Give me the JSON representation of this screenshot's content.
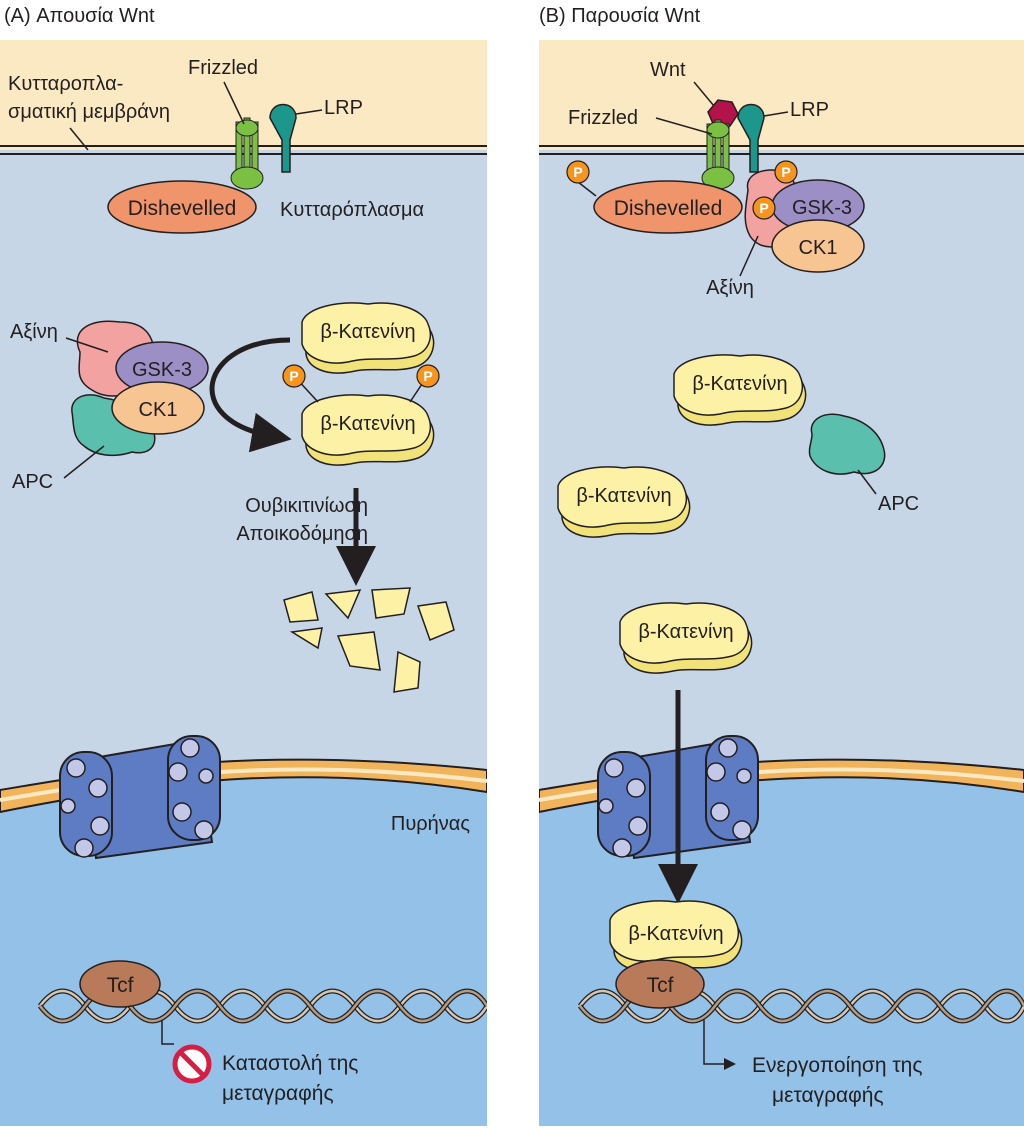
{
  "panels": {
    "a": {
      "title": "(A) Απουσία Wnt",
      "membrane_label_line1": "Κυτταροπλα-",
      "membrane_label_line2": "σματική μεμβράνη",
      "frizzled": "Frizzled",
      "lrp": "LRP",
      "dishevelled": "Dishevelled",
      "cytoplasm": "Κυτταρόπλασμα",
      "axin": "Αξίνη",
      "gsk3": "GSK-3",
      "ck1": "CK1",
      "apc": "APC",
      "beta_catenin_top": "β-Κατενίνη",
      "beta_catenin_phos": "β-Κατενίνη",
      "phospho_left": "P",
      "phospho_right": "P",
      "ubiquitination": "Ουβικιτινίωση",
      "degradation": "Αποικοδόμηση",
      "nucleus": "Πυρήνας",
      "tcf": "Tcf",
      "repression_line1": "Καταστολή της",
      "repression_line2": "μεταγραφής"
    },
    "b": {
      "title": "(B) Παρουσία Wnt",
      "wnt": "Wnt",
      "frizzled": "Frizzled",
      "lrp": "LRP",
      "dishevelled": "Dishevelled",
      "gsk3": "GSK-3",
      "ck1": "CK1",
      "axin": "Αξίνη",
      "phospho_dsh": "P",
      "phospho_lrp": "P",
      "phospho_axin": "P",
      "beta_catenin_1": "β-Κατενίνη",
      "beta_catenin_2": "β-Κατενίνη",
      "beta_catenin_3": "β-Κατενίνη",
      "beta_catenin_tcf": "β-Κατενίνη",
      "apc": "APC",
      "tcf": "Tcf",
      "activation_line1": "Ενεργοποίηση της",
      "activation_line2": "μεταγραφής"
    }
  },
  "colors": {
    "extracellular": "#fbe9c4",
    "cytoplasm": "#c6d6e6",
    "nucleoplasm": "#93c1e7",
    "envelope": "#f2b45b",
    "pore": "#5d7cc4",
    "dishevelled": "#f0946b",
    "gsk3": "#9b8fc6",
    "ck1": "#f7c592",
    "axin": "#f2a2a0",
    "apc": "#5bbfae",
    "beta_catenin": "#fcf1a5",
    "beta_catenin_shadow": "#f1e27a",
    "phospho": "#f7941d",
    "frizzled": "#7bc043",
    "lrp": "#1c978c",
    "wnt": "#b3124a",
    "tcf": "#b87a58",
    "no_symbol": "#d61e45",
    "dna": "#b49c82"
  }
}
